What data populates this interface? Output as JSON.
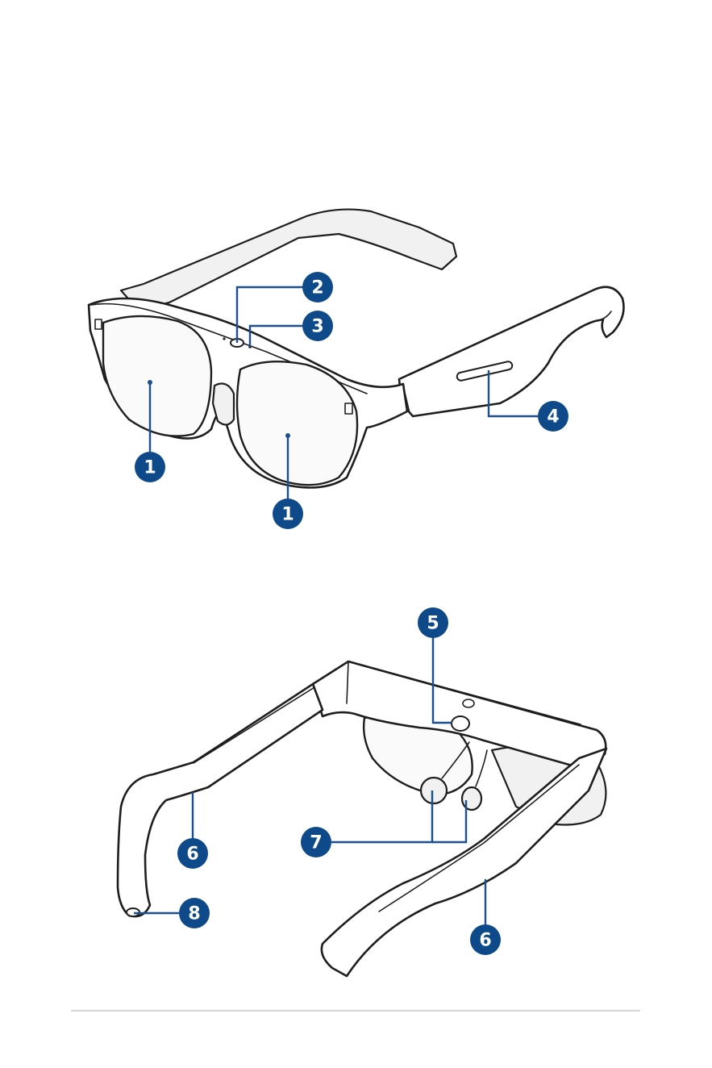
{
  "callouts": {
    "lens_left": "1",
    "lens_right": "1",
    "top_button": "2",
    "indicator": "3",
    "touch_strip": "4",
    "proximity_sensor": "5",
    "speaker_left": "6",
    "speaker_right": "6",
    "nose_pads": "7",
    "port": "8"
  },
  "colors": {
    "badge": "#0e4a8a",
    "leader": "#1b4f8f",
    "outline": "#1e1e1e",
    "footer_rule": "#d6d6d6"
  }
}
